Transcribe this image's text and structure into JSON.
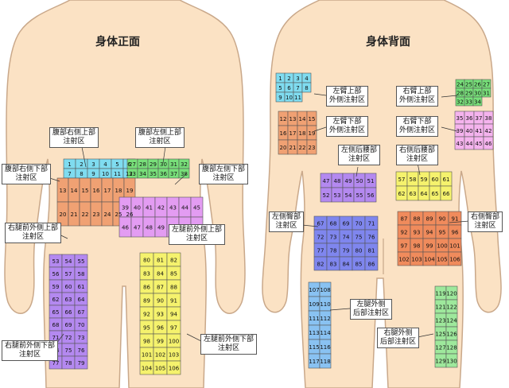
{
  "titles": {
    "front": "身体正面",
    "back": "身体背面"
  },
  "labels": {
    "abd_right_upper": "腹部右侧上部\n注射区",
    "abd_left_upper": "腹部左侧上部\n注射区",
    "abd_right_lower": "腹部右侧下部\n注射区",
    "abd_left_lower": "腹部左侧下部\n注射区",
    "thigh_right_upper": "右腿前外侧上部\n注射区",
    "thigh_left_upper": "左腿前外侧上部\n注射区",
    "thigh_right_lower": "右腿前外侧下部\n注射区",
    "thigh_left_lower": "左腿前外侧下部\n注射区",
    "arm_left_upper": "左臂上部\n外侧注射区",
    "arm_left_lower": "左臂下部\n外侧注射区",
    "arm_right_upper": "右臂上部\n外侧注射区",
    "arm_right_lower": "右臂下部\n外侧注射区",
    "waist_left": "左侧后腰部\n注射区",
    "waist_right": "右侧后腰部\n注射区",
    "buttock_left": "左侧臀部\n注射区",
    "buttock_right": "右侧臀部\n注射区",
    "thigh_left_out": "左腿外侧\n后部注射区",
    "thigh_right_out": "右腿外侧\n后部注射区"
  },
  "colors": {
    "skin": "#fbe2c4",
    "outline": "#c9a88a",
    "cyan": "#7fdcf0",
    "green": "#78e07a",
    "salmon": "#f0a173",
    "magenta": "#e39cf2",
    "purple": "#b489f0",
    "blue": "#7f86ee",
    "yellow": "#f5f26d",
    "lightblue": "#89c2f2",
    "pink": "#f5b3ee",
    "orange": "#f08b5c",
    "lightgreen": "#9ee89c"
  },
  "zones": [
    {
      "id": "arm-back-left-upper",
      "color": "cyan",
      "from": 1,
      "to": 11
    },
    {
      "id": "arm-back-left-lower",
      "color": "salmon",
      "from": 12,
      "to": 23
    },
    {
      "id": "arm-back-right-upper",
      "color": "green",
      "from": 24,
      "to": 34
    },
    {
      "id": "arm-back-right-lower",
      "color": "pink",
      "from": 35,
      "to": 46
    },
    {
      "id": "waist-back-left",
      "color": "purple",
      "from": 47,
      "to": 56
    },
    {
      "id": "waist-back-right",
      "color": "yellow",
      "from": 57,
      "to": 66
    },
    {
      "id": "buttock-back-left",
      "color": "blue",
      "from": 67,
      "to": 86
    },
    {
      "id": "buttock-back-right",
      "color": "orange",
      "from": 87,
      "to": 106
    },
    {
      "id": "thigh-back-left",
      "color": "lightblue",
      "from": 107,
      "to": 118
    },
    {
      "id": "thigh-back-right",
      "color": "lightgreen",
      "from": 119,
      "to": 130
    },
    {
      "id": "abd-front-right-upper",
      "color": "cyan",
      "from": 1,
      "to": 12
    },
    {
      "id": "abd-front-left-upper",
      "color": "green",
      "from": 27,
      "to": 38
    },
    {
      "id": "abd-front-right-lower",
      "color": "salmon",
      "from": 13,
      "to": 26
    },
    {
      "id": "abd-front-left-lower",
      "color": "magenta",
      "from": 39,
      "to": 52
    },
    {
      "id": "thigh-front-right",
      "color": "purple",
      "from": 53,
      "to": 79
    },
    {
      "id": "thigh-front-left",
      "color": "yellow",
      "from": 80,
      "to": 106
    }
  ]
}
